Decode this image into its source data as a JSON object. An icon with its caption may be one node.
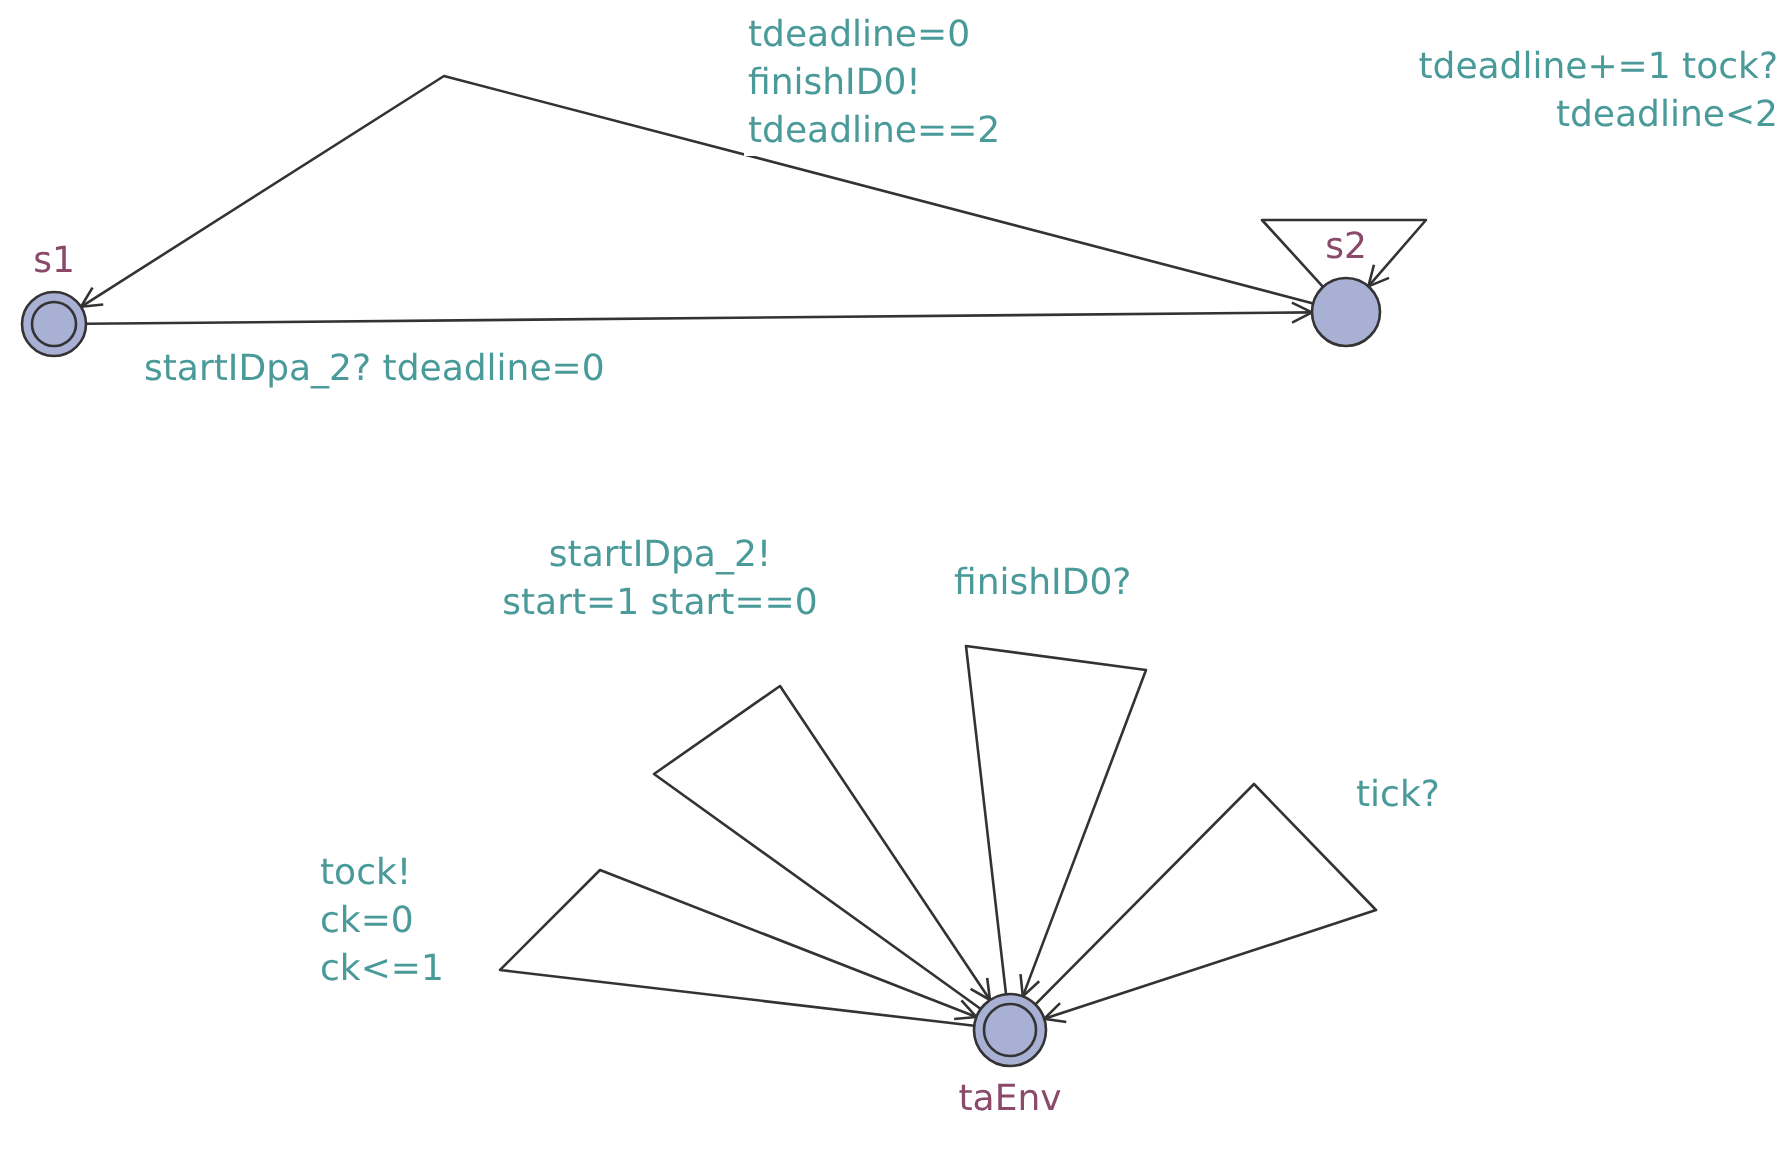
{
  "diagram": {
    "nodes": [
      {
        "text": [
          "s1"
        ]
      },
      {
        "text": [
          "s2"
        ]
      },
      {
        "text": [
          "taEnv"
        ]
      }
    ],
    "edges": [
      {
        "from": 1,
        "to": 0,
        "arrow": "to",
        "label": "tdeadline=0 finishID0! tdeadline==2"
      },
      {
        "from": 1,
        "to": 1,
        "arrow": "to",
        "label": "tdeadline+=1 tock? tdeadline<2"
      },
      {
        "from": 0,
        "to": 1,
        "arrow": "to",
        "label": "startIDpa_2? tdeadline=0"
      },
      {
        "from": 2,
        "to": 2,
        "arrow": "to",
        "label": "startIDpa_2! start=1 start==0"
      },
      {
        "from": 2,
        "to": 2,
        "arrow": "to",
        "label": "finishID0?"
      },
      {
        "from": 2,
        "to": 2,
        "arrow": "to",
        "label": "tick?"
      },
      {
        "from": 2,
        "to": 2,
        "arrow": "to",
        "label": "tock! ck=0 ck<=1"
      }
    ]
  }
}
